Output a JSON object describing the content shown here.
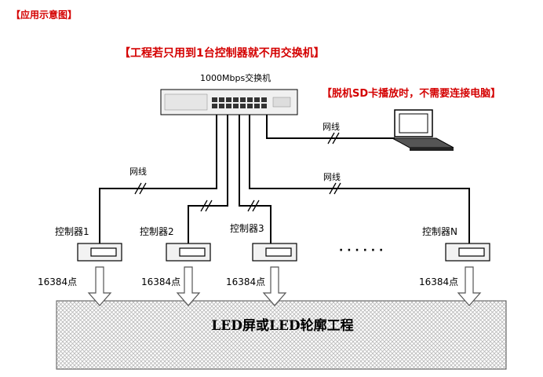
{
  "header_label": "【应用示意图】",
  "notes": {
    "switch_note": "【工程若只用到1台控制器就不用交换机】",
    "sd_note": "【脱机SD卡播放时，不需要连接电脑】"
  },
  "switch": {
    "label": "1000Mbps交换机"
  },
  "cable_labels": {
    "to_computer": "网线",
    "to_controller_1": "网线",
    "to_controller_n": "网线"
  },
  "controllers": [
    {
      "label": "控制器1",
      "points": "16384点"
    },
    {
      "label": "控制器2",
      "points": "16384点"
    },
    {
      "label": "控制器3",
      "points": "16384点"
    },
    {
      "label": "控制器N",
      "points": "16384点"
    }
  ],
  "ellipsis": "· · · · · ·",
  "screen": {
    "label": "LED屏或LED轮廓工程"
  },
  "colors": {
    "accent_red": "#d40000",
    "line": "#000000",
    "device_fill": "#f2f2f2",
    "screen_hatch": "#b0b0b0"
  }
}
